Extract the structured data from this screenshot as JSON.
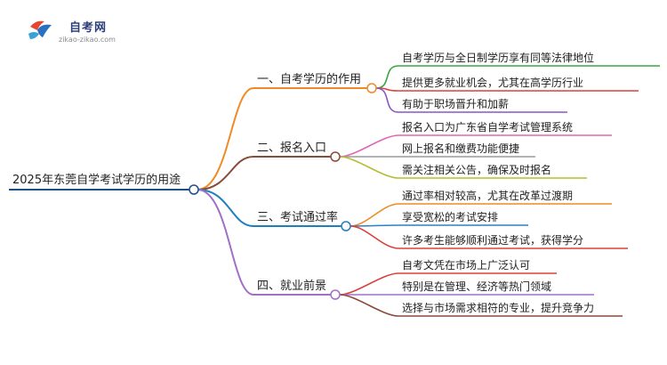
{
  "logo": {
    "title": "自考网",
    "url": "zikao-zikao.com"
  },
  "root": {
    "label": "2025年东莞自学考试学历的用途",
    "color": "#1d4e8a"
  },
  "branches": [
    {
      "label": "一、自考学历的作用",
      "color": "#f08a24",
      "children": [
        {
          "label": "自考学历与全日制学历享有同等法律地位",
          "color": "#3aa640"
        },
        {
          "label": "提供更多就业机会，尤其在高学历行业",
          "color": "#d9413a"
        },
        {
          "label": "有助于职场晋升和加薪",
          "color": "#8a55c6"
        }
      ]
    },
    {
      "label": "二、报名入口",
      "color": "#8b4a3a",
      "children": [
        {
          "label": "报名入口为广东省自学考试管理系统",
          "color": "#e066b2"
        },
        {
          "label": "网上报名和缴费功能便捷",
          "color": "#9a9a9a"
        },
        {
          "label": "需关注相关公告，确保及时报名",
          "color": "#b5bd2e"
        }
      ]
    },
    {
      "label": "三、考试通过率",
      "color": "#1e7fc0",
      "children": [
        {
          "label": "通过率相对较高，尤其在改革过渡期",
          "color": "#f08a24"
        },
        {
          "label": "享受宽松的考试安排",
          "color": "#2f7fc8"
        },
        {
          "label": "许多考生能够顺利通过考试，获得学分",
          "color": "#d9413a"
        }
      ]
    },
    {
      "label": "四、就业前景",
      "color": "#a070c8",
      "children": [
        {
          "label": "自考文凭在市场上广泛认可",
          "color": "#d9413a"
        },
        {
          "label": "特别是在管理、经济等热门领域",
          "color": "#a070c8"
        },
        {
          "label": "选择与市场需求相符的专业，提升竞争力",
          "color": "#8b4a3a"
        }
      ]
    }
  ]
}
